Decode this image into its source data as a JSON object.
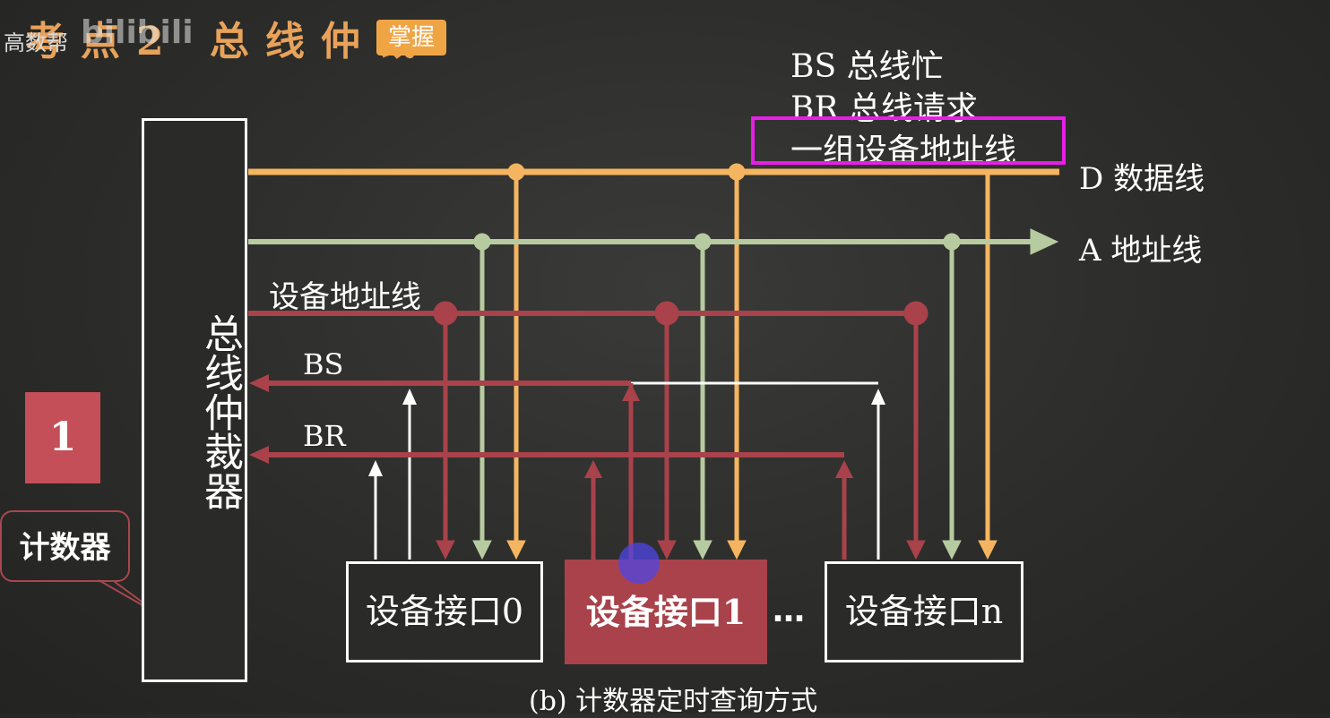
{
  "header": {
    "title": "考点2 总线仲裁",
    "badge": "掌握",
    "watermark": "高数帮",
    "watermark_logo": "bilibili"
  },
  "legend": {
    "bs": "BS 总线忙",
    "br": "BR 总线请求",
    "addr_group": "一组设备地址线",
    "highlight_color": "#e81ee8"
  },
  "bus_labels": {
    "data": "D 数据线",
    "address": "A 地址线",
    "device_addr": "设备地址线",
    "bs": "BS",
    "br": "BR"
  },
  "arbiter": {
    "label": "总线仲裁器"
  },
  "devices": [
    {
      "label": "设备接口0",
      "active": false
    },
    {
      "label": "设备接口1",
      "active": true
    },
    {
      "label": "设备接口n",
      "active": false
    }
  ],
  "ellipsis": "…",
  "side": {
    "number": "1",
    "callout": "计数器"
  },
  "caption": "(b) 计数器定时查询方式",
  "colors": {
    "data_line": "#f5b560",
    "address_line": "#b6cba0",
    "control_line": "#a9424a",
    "white_line": "#ffffff"
  }
}
